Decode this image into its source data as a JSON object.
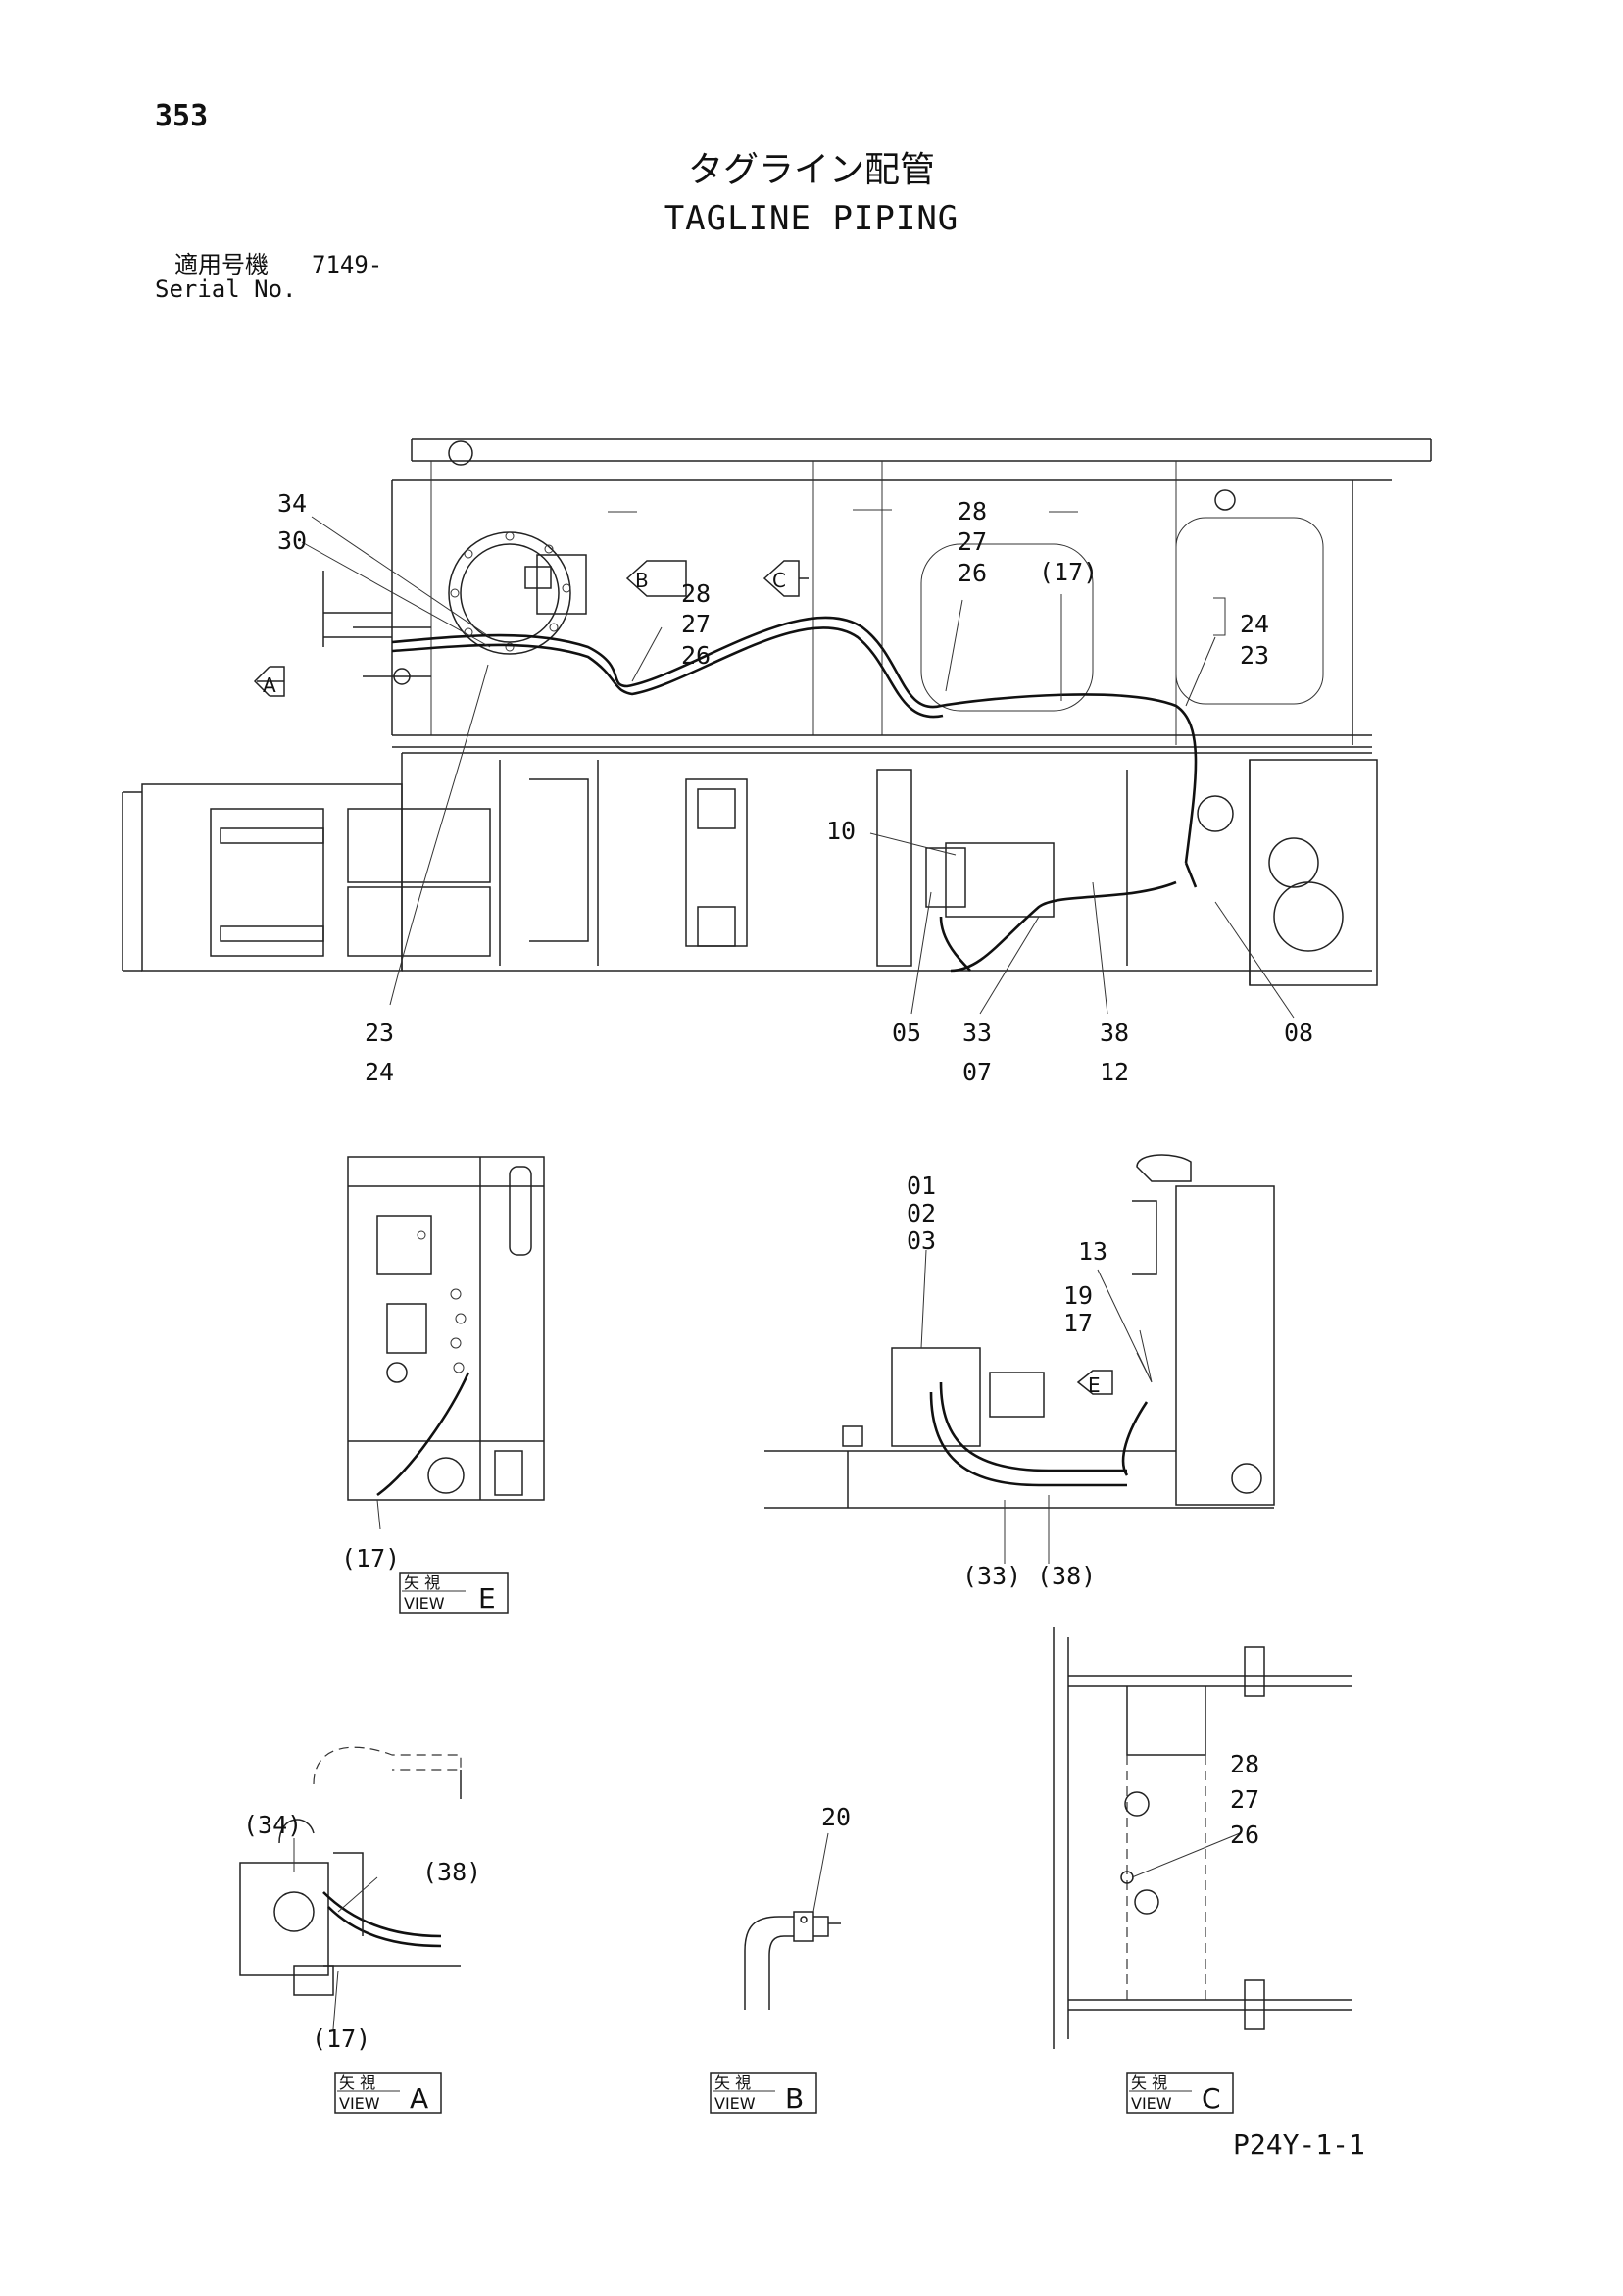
{
  "page_number": "353",
  "title_jp": "タグライン配管",
  "title_en": "TAGLINE PIPING",
  "serial": {
    "label_jp": "適用号機",
    "value": "7149-",
    "label_en": "Serial No."
  },
  "main_view_callouts": {
    "c34": "34",
    "c30": "30",
    "c28a": "28",
    "c27a": "27",
    "c26a": "26",
    "c28b": "28",
    "c27b": "27",
    "c26b": "26",
    "c17": "(17)",
    "c24a": "24",
    "c23a": "23",
    "c10": "10",
    "c23b": "23",
    "c24b": "24",
    "c05": "05",
    "c33": "33",
    "c07": "07",
    "c38": "38",
    "c12": "12",
    "c08": "08",
    "arrow_a": "A",
    "arrow_b": "B",
    "arrow_c": "C"
  },
  "view_e_left": {
    "c17": "(17)"
  },
  "view_e_right": {
    "c01": "01",
    "c02": "02",
    "c03": "03",
    "c13": "13",
    "c19": "19",
    "c17": "17",
    "c33": "(33)",
    "c38": "(38)",
    "arrow_e": "E"
  },
  "view_a_detail": {
    "c34": "(34)",
    "c38": "(38)",
    "c17": "(17)"
  },
  "view_b_detail": {
    "c20": "20"
  },
  "view_c_detail": {
    "c28": "28",
    "c27": "27",
    "c26": "26"
  },
  "view_labels": [
    {
      "jp": "矢 視",
      "en": "VIEW",
      "letter": "E"
    },
    {
      "jp": "矢 視",
      "en": "VIEW",
      "letter": "A"
    },
    {
      "jp": "矢 視",
      "en": "VIEW",
      "letter": "B"
    },
    {
      "jp": "矢 視",
      "en": "VIEW",
      "letter": "C"
    }
  ],
  "footer_code": "P24Y-1-1"
}
